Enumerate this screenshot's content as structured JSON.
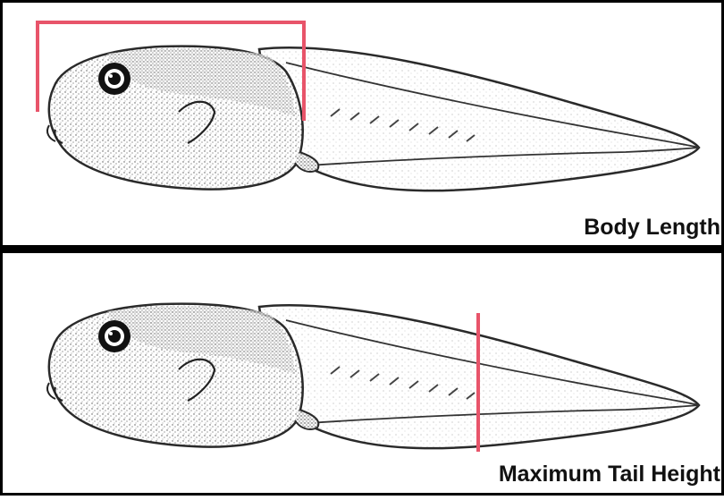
{
  "panels": [
    {
      "label": "Body Length"
    },
    {
      "label": "Maximum Tail Height"
    }
  ],
  "colors": {
    "border": "#000000",
    "measure": "#e8546a",
    "outline": "#2a2a2a",
    "background": "#ffffff"
  },
  "icons": [
    "tadpole-illustration",
    "measurement-bracket",
    "measurement-line"
  ]
}
